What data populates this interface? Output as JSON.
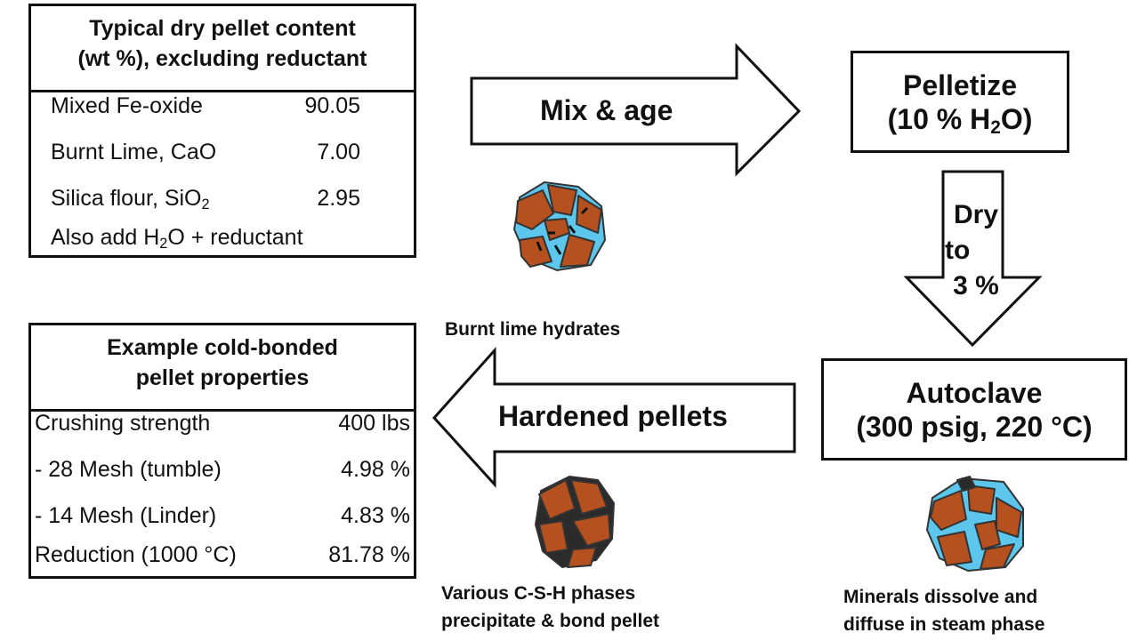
{
  "content_box": {
    "title_line1": "Typical dry pellet content",
    "title_line2": "(wt %), excluding reductant",
    "rows": [
      {
        "label": "Mixed Fe-oxide",
        "value": "90.05"
      },
      {
        "label": "Burnt Lime, CaO",
        "value": "7.00"
      },
      {
        "label_pre": "Silica flour, SiO",
        "label_sub": "2",
        "value": "2.95"
      }
    ],
    "note_pre": "Also add H",
    "note_sub": "2",
    "note_post": "O + reductant"
  },
  "properties_box": {
    "title_line1": "Example cold-bonded",
    "title_line2": "pellet properties",
    "rows": [
      {
        "label": "Crushing strength",
        "value": "400 lbs"
      },
      {
        "label": "- 28 Mesh (tumble)",
        "value": "4.98 %"
      },
      {
        "label": "- 14 Mesh (Linder)",
        "value": "4.83 %"
      },
      {
        "label": "Reduction (1000 °C)",
        "value": "81.78 %"
      }
    ]
  },
  "steps": {
    "mix_age": "Mix & age",
    "pelletize_line1": "Pelletize",
    "pelletize_line2_pre": "(10 % H",
    "pelletize_line2_sub": "2",
    "pelletize_line2_post": "O)",
    "dry_line1": "Dry",
    "dry_line2": "to",
    "dry_line3": "3 %",
    "autoclave_line1": "Autoclave",
    "autoclave_line2": "(300 psig, 220 °C)",
    "hardened": "Hardened pellets"
  },
  "captions": {
    "burnt_lime": "Burnt lime hydrates",
    "csh_line1": "Various C-S-H phases",
    "csh_line2": "precipitate & bond pellet",
    "minerals_line1": "Minerals dissolve and",
    "minerals_line2": "diffuse in steam phase"
  },
  "colors": {
    "grain": "#b5501f",
    "water": "#5cc6ec",
    "binder": "#2b2b2b",
    "outline": "#111111"
  }
}
